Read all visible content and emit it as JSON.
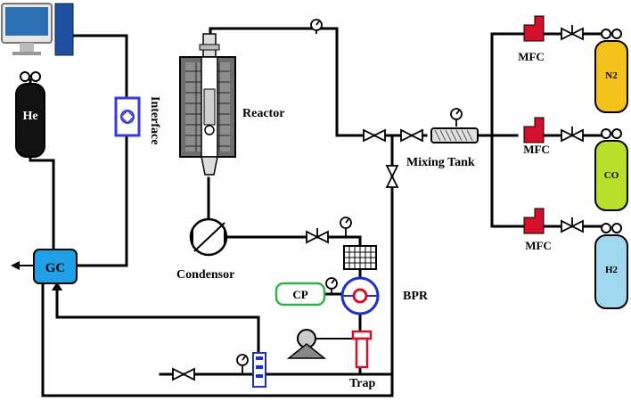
{
  "labels": {
    "reactor": "Reactor",
    "interface": "Interface",
    "he": "He",
    "gc": "GC",
    "condensor": "Condensor",
    "mixing_tank": "Mixing Tank",
    "cp": "CP",
    "bpr": "BPR",
    "trap": "Trap",
    "mfc1": "MFC",
    "mfc2": "MFC",
    "mfc3": "MFC",
    "n2": "N2",
    "co": "CO",
    "h2": "H2"
  },
  "colors": {
    "n2_cylinder": "#f5c21b",
    "co_cylinder": "#b8e02a",
    "h2_cylinder": "#9fd8ef",
    "gc": "#1fa0e8",
    "mfc": "#d40f2a",
    "cp_border": "#2fb34a",
    "bpr_border": "#1f2ec9",
    "bpr_center": "#d40f2a",
    "interface": "#3a3ad8",
    "trap": "#d40f2a"
  }
}
